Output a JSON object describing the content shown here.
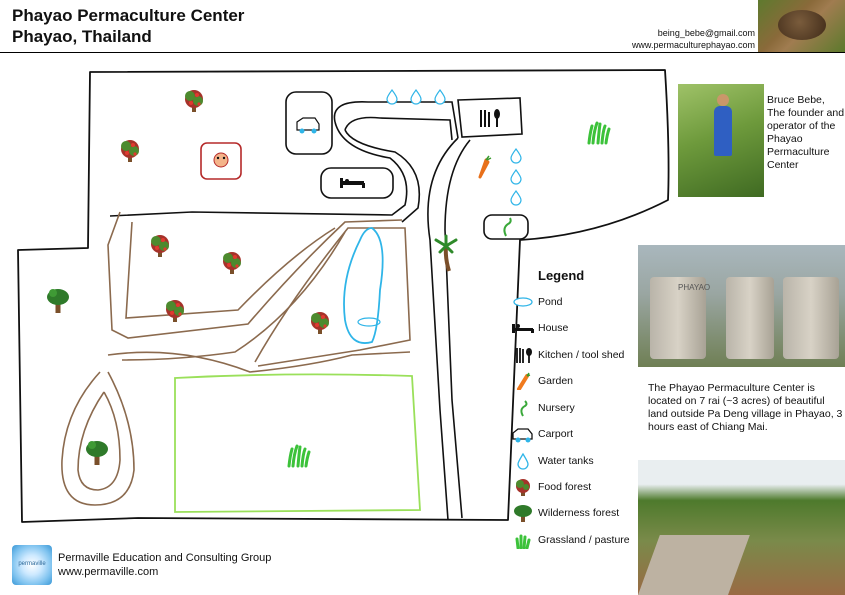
{
  "header": {
    "title_line1": "Phayao Permaculture Center",
    "title_line2": "Phayao, Thailand",
    "email": "being_bebe@gmail.com",
    "website": "www.permaculturephayao.com"
  },
  "captions": {
    "bruce": "Bruce Bebe, The founder and operator of the Phayao Permaculture Center",
    "description": "The Phayao Permaculture Center is located on 7 rai (~3 acres) of beautiful land outside Pa Deng village in Phayao, 3 hours east of Chiang Mai."
  },
  "photos": {
    "tanks_text": "PHAYAO"
  },
  "legend": {
    "title": "Legend",
    "items": [
      {
        "icon": "pond-icon",
        "label": "Pond"
      },
      {
        "icon": "house-icon",
        "label": "House"
      },
      {
        "icon": "kitchen-icon",
        "label": "Kitchen / tool shed"
      },
      {
        "icon": "carrot-icon",
        "label": "Garden"
      },
      {
        "icon": "sprout-icon",
        "label": "Nursery"
      },
      {
        "icon": "car-icon",
        "label": "Carport"
      },
      {
        "icon": "water-drop-icon",
        "label": "Water tanks"
      },
      {
        "icon": "fruit-tree-icon",
        "label": "Food forest"
      },
      {
        "icon": "tree-icon",
        "label": "Wilderness forest"
      },
      {
        "icon": "grass-icon",
        "label": "Grassland / pasture"
      }
    ]
  },
  "footer": {
    "org": "Permaville Education and Consulting Group",
    "url": "www.permaville.com",
    "logo_text": "permaville"
  },
  "colors": {
    "path_brown": "#8b6a4e",
    "pond_blue": "#2fb5e8",
    "grassland_green": "#9ae05a",
    "tree_green": "#2f7a2a",
    "fruit_red": "#d0282a",
    "trunk_brown": "#7a4f2a"
  }
}
